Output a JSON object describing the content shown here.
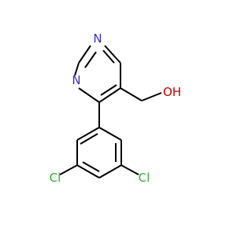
{
  "molecule": {
    "atoms": [
      {
        "id": "n1",
        "symbol": "N",
        "color": "#3333cc"
      },
      {
        "id": "n3",
        "symbol": "N",
        "color": "#3333cc"
      },
      {
        "id": "o",
        "symbol": "OH",
        "color": "#cc0000"
      },
      {
        "id": "cl1",
        "symbol": "Cl",
        "color": "#33aa33"
      },
      {
        "id": "cl2",
        "symbol": "Cl",
        "color": "#33aa33"
      }
    ]
  }
}
